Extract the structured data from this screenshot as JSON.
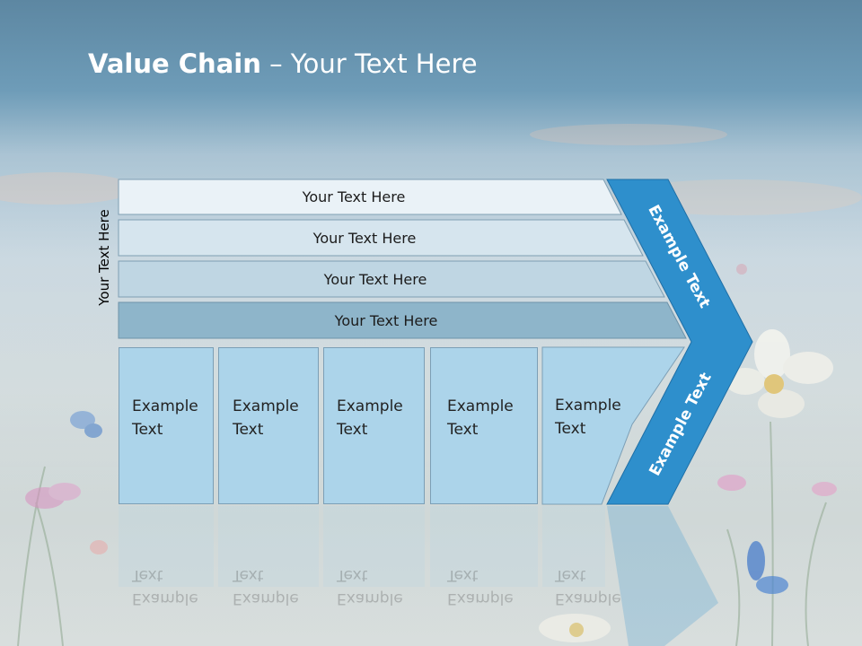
{
  "title": {
    "bold": "Value Chain",
    "rest": " – Your Text Here"
  },
  "side_label": "Your Text Here",
  "bars": [
    {
      "label": "Your Text Here"
    },
    {
      "label": "Your Text Here"
    },
    {
      "label": "Your Text Here"
    },
    {
      "label": "Your Text Here"
    }
  ],
  "boxes": [
    {
      "line1": "Example",
      "line2": "Text"
    },
    {
      "line1": "Example",
      "line2": "Text"
    },
    {
      "line1": "Example",
      "line2": "Text"
    },
    {
      "line1": "Example",
      "line2": "Text"
    },
    {
      "line1": "Example",
      "line2": "Text"
    }
  ],
  "chevron": {
    "upper": "Example Text",
    "lower": "Example Text"
  },
  "colors": {
    "bar_1": "#eaf2f7",
    "bar_2": "#d6e5ee",
    "bar_3": "#bfd6e3",
    "bar_4": "#8eb5ca",
    "box_fill": "#acd4ea",
    "chevron": "#2e8fcc",
    "title": "#ffffff"
  }
}
